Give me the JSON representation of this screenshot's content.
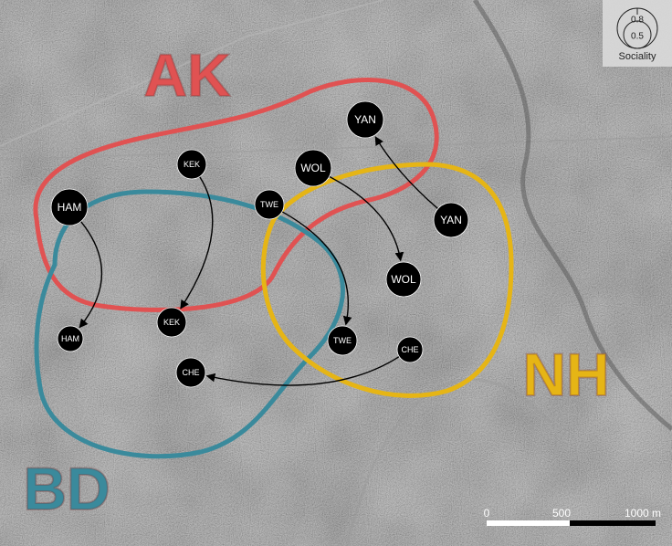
{
  "zones": [
    {
      "id": "AK",
      "label": "AK",
      "color": "#e05252"
    },
    {
      "id": "BD",
      "label": "BD",
      "color": "#3a8a9c"
    },
    {
      "id": "NH",
      "label": "NH",
      "color": "#e6b515"
    }
  ],
  "nodes": [
    {
      "id": "yan-1",
      "label": "YAN",
      "zone": "AK"
    },
    {
      "id": "kek-1",
      "label": "KEK",
      "zone": "AK"
    },
    {
      "id": "wol-1",
      "label": "WOL",
      "zone": "AK"
    },
    {
      "id": "ham-1",
      "label": "HAM",
      "zone": "AK"
    },
    {
      "id": "twe-1",
      "label": "TWE",
      "zone": "AK"
    },
    {
      "id": "yan-2",
      "label": "YAN",
      "zone": "NH"
    },
    {
      "id": "wol-2",
      "label": "WOL",
      "zone": "NH"
    },
    {
      "id": "twe-2",
      "label": "TWE",
      "zone": "NH"
    },
    {
      "id": "che-1",
      "label": "CHE",
      "zone": "NH"
    },
    {
      "id": "ham-2",
      "label": "HAM",
      "zone": "BD"
    },
    {
      "id": "kek-2",
      "label": "KEK",
      "zone": "BD"
    },
    {
      "id": "che-2",
      "label": "CHE",
      "zone": "BD"
    }
  ],
  "links": [
    {
      "from": "ham-1",
      "to": "ham-2"
    },
    {
      "from": "kek-1",
      "to": "kek-2"
    },
    {
      "from": "twe-1",
      "to": "twe-2"
    },
    {
      "from": "wol-1",
      "to": "wol-2"
    },
    {
      "from": "yan-2",
      "to": "yan-1"
    },
    {
      "from": "che-1",
      "to": "che-2"
    }
  ],
  "legend": {
    "title": "Sociality",
    "values": [
      "0.8",
      "0.5"
    ]
  },
  "scale_bar": {
    "labels": [
      "0",
      "500",
      "1000 m"
    ]
  }
}
